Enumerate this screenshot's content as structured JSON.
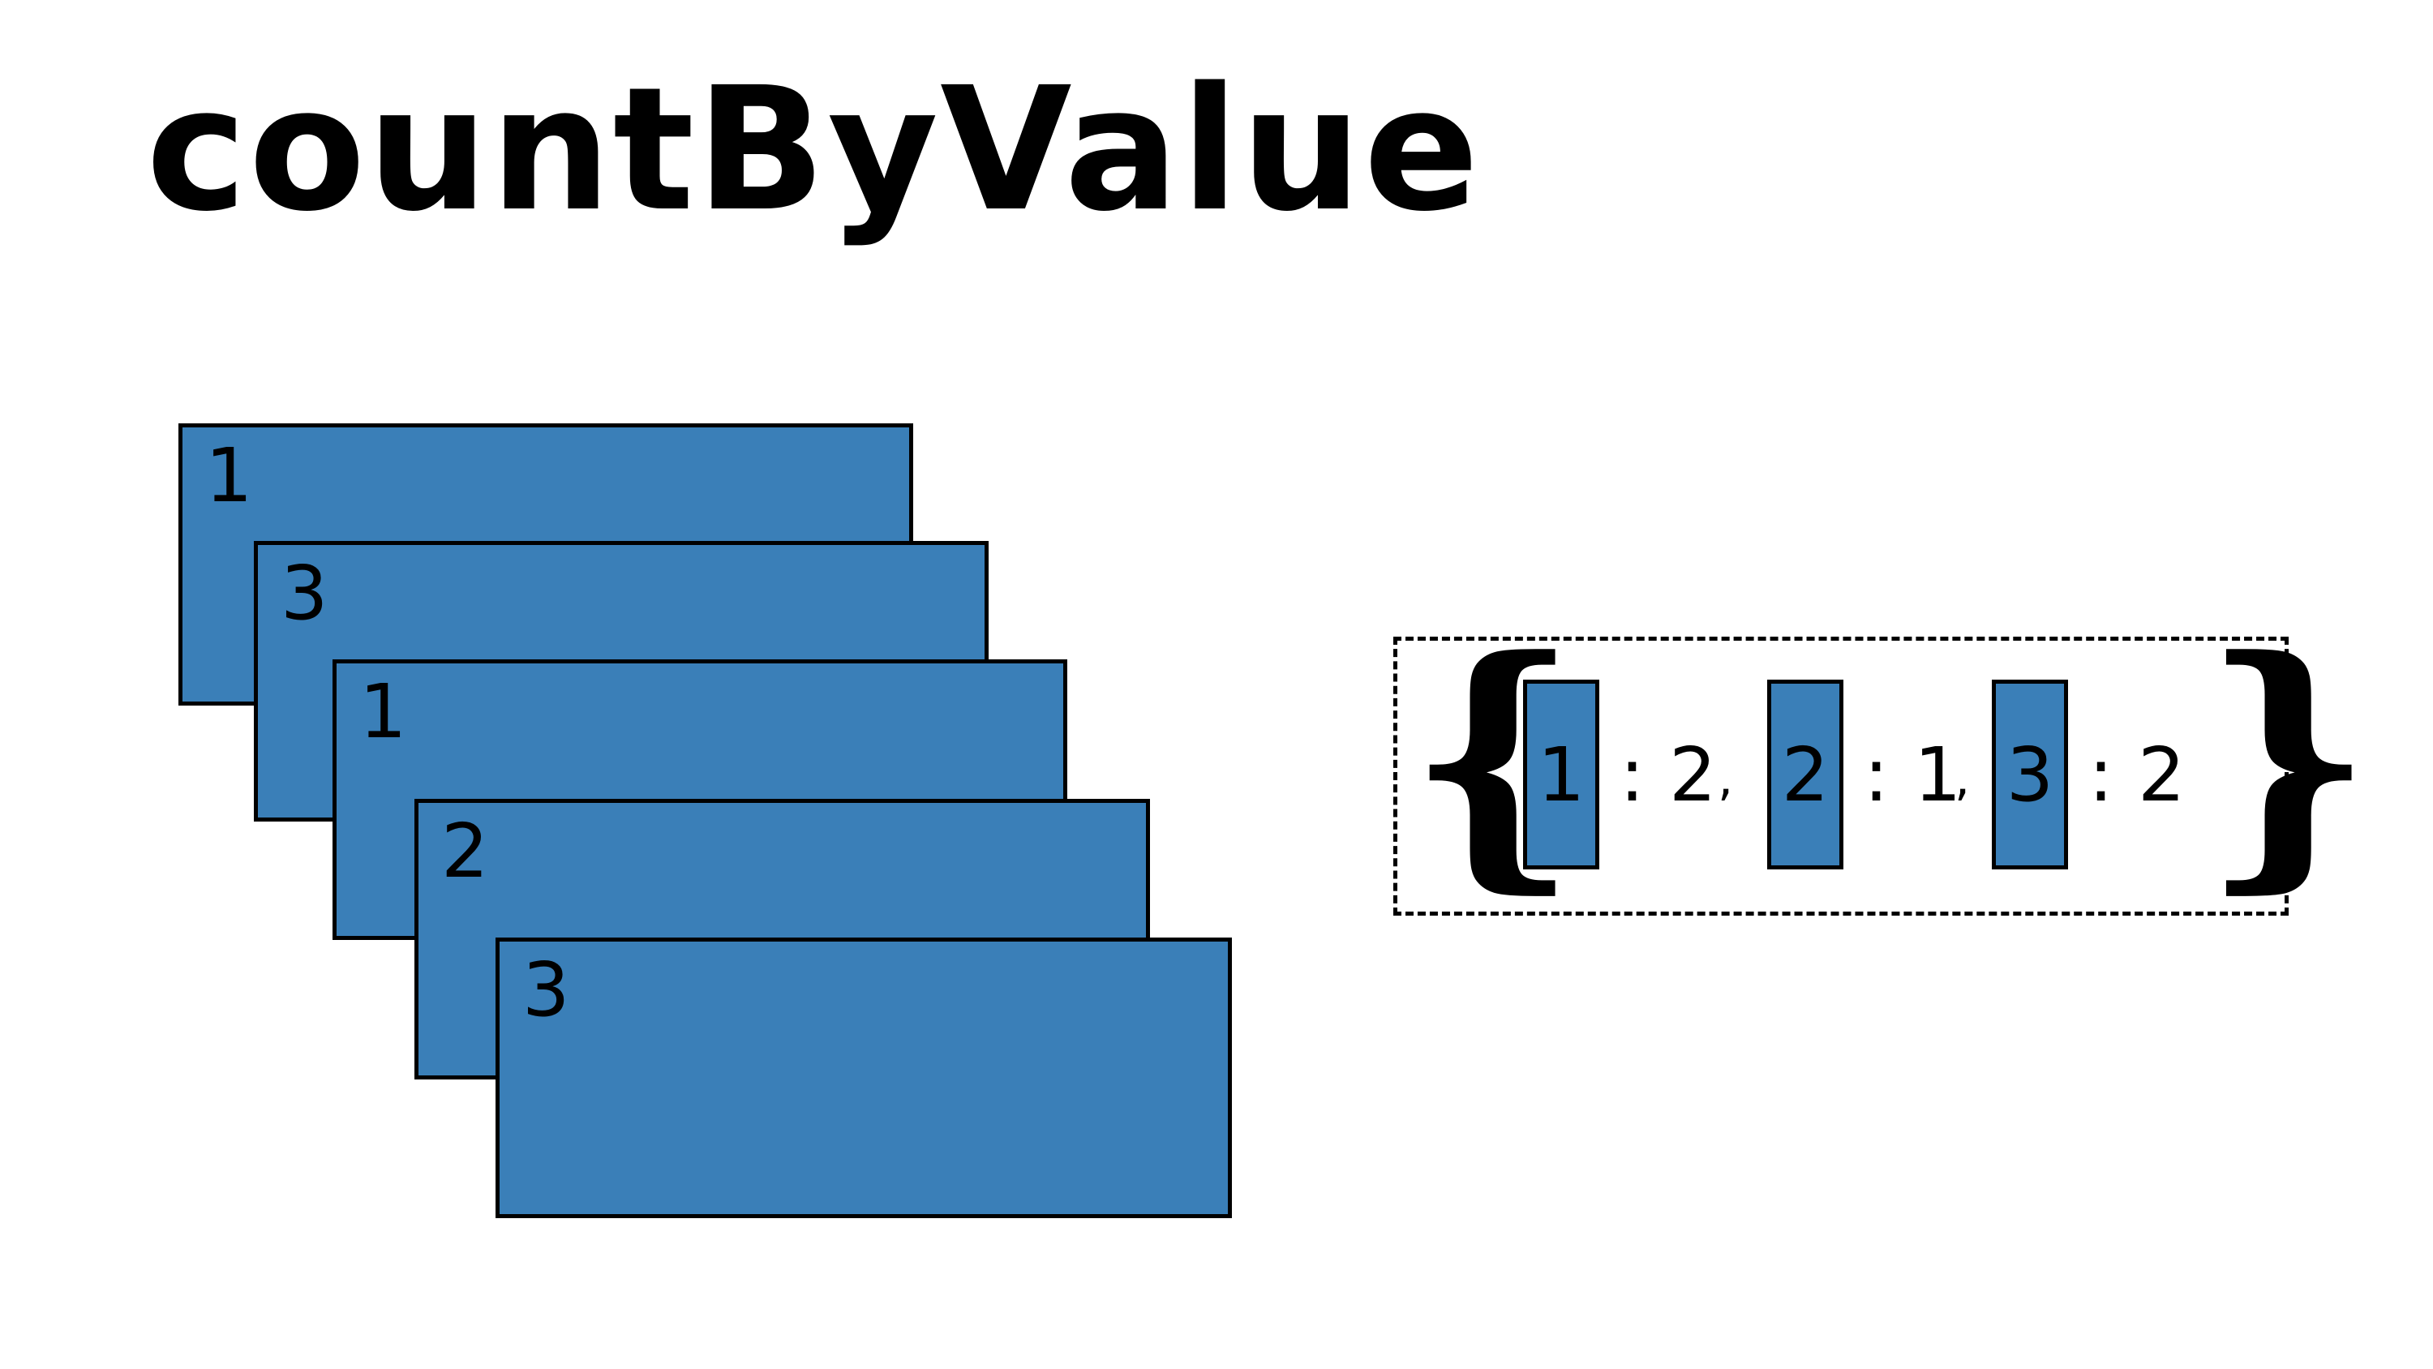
{
  "title": "countByValue",
  "colors": {
    "card_fill": "#3a7fb8",
    "stroke": "#000000",
    "background": "#ffffff"
  },
  "cards": [
    {
      "label": "1"
    },
    {
      "label": "3"
    },
    {
      "label": "1"
    },
    {
      "label": "2"
    },
    {
      "label": "3"
    }
  ],
  "result": {
    "open_brace": "{",
    "close_brace": "}",
    "pairs": [
      {
        "key": "1",
        "sep": ":",
        "count": "2",
        "comma": ","
      },
      {
        "key": "2",
        "sep": ":",
        "count": "1",
        "comma": ","
      },
      {
        "key": "3",
        "sep": ":",
        "count": "2",
        "comma": ""
      }
    ]
  }
}
